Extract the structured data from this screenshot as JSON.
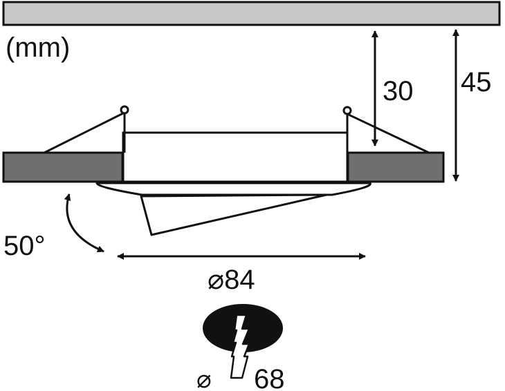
{
  "units_label": "(mm)",
  "dimensions": {
    "depth_a": "30",
    "depth_b": "45",
    "tilt_angle": "50°",
    "outer_diameter": "⌀84",
    "cutout_diameter_symbol": "⌀",
    "cutout_diameter_value": "68"
  },
  "colors": {
    "ceiling_fill": "#c8c8c8",
    "board_fill": "#6f6f6f",
    "hole_fill": "#111111",
    "line": "#111111"
  }
}
